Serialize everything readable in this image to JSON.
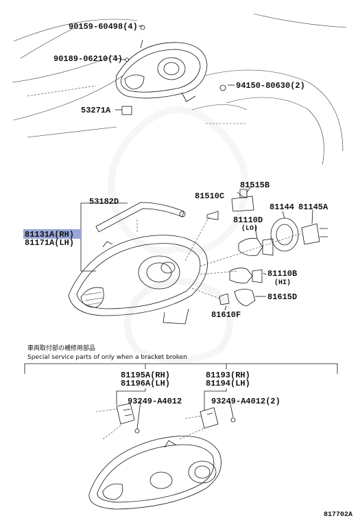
{
  "parts": {
    "p90159": "90159-60498(4)",
    "p90189": "90189-06210(4)",
    "p94150": "94150-80630(2)",
    "p53271": "53271A",
    "p53182": "53182D",
    "p81515": "81515B",
    "p81510": "81510C",
    "p81144": "81144",
    "p81145": "81145A",
    "p81110d": "81110D",
    "lo": "(LO)",
    "p81131": "81131A(RH)",
    "p81171": "81171A(LH)",
    "p81110b": "81110B",
    "hi": "(HI)",
    "p81615": "81615D",
    "p81610": "81610F",
    "p81195": "81195A(RH)",
    "p81196": "81196A(LH)",
    "p81193": "81193(RH)",
    "p81194": "81194(LH)",
    "p93249a": "93249-A4012",
    "p93249b": "93249-A4012(2)"
  },
  "notes": {
    "jp": "車両取付部の補修用部品",
    "en": "Special service parts of only when a bracket broken"
  },
  "figure_id": "817702A",
  "colors": {
    "highlight": "#9aa6d8",
    "ink": "#111111"
  }
}
